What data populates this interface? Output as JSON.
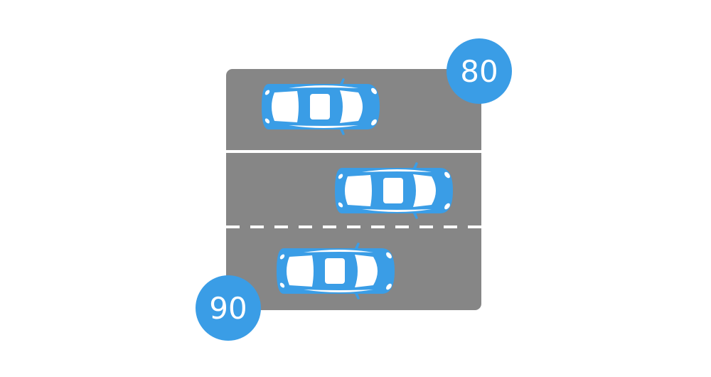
{
  "scene": {
    "description": "Three-lane road, top view, with cars and speed badges",
    "road_color": "#868686",
    "car_color": "#3a9de6",
    "marking_color": "#ffffff"
  },
  "badges": [
    {
      "label": "80",
      "position": "top-right"
    },
    {
      "label": "90",
      "position": "bottom-left"
    }
  ],
  "lanes": [
    {
      "index": 1,
      "car": "car-icon",
      "direction": "right"
    },
    {
      "index": 2,
      "car": "car-icon",
      "direction": "right"
    },
    {
      "index": 3,
      "car": "car-icon",
      "direction": "right"
    }
  ],
  "dividers": [
    {
      "type": "solid"
    },
    {
      "type": "dashed"
    }
  ]
}
